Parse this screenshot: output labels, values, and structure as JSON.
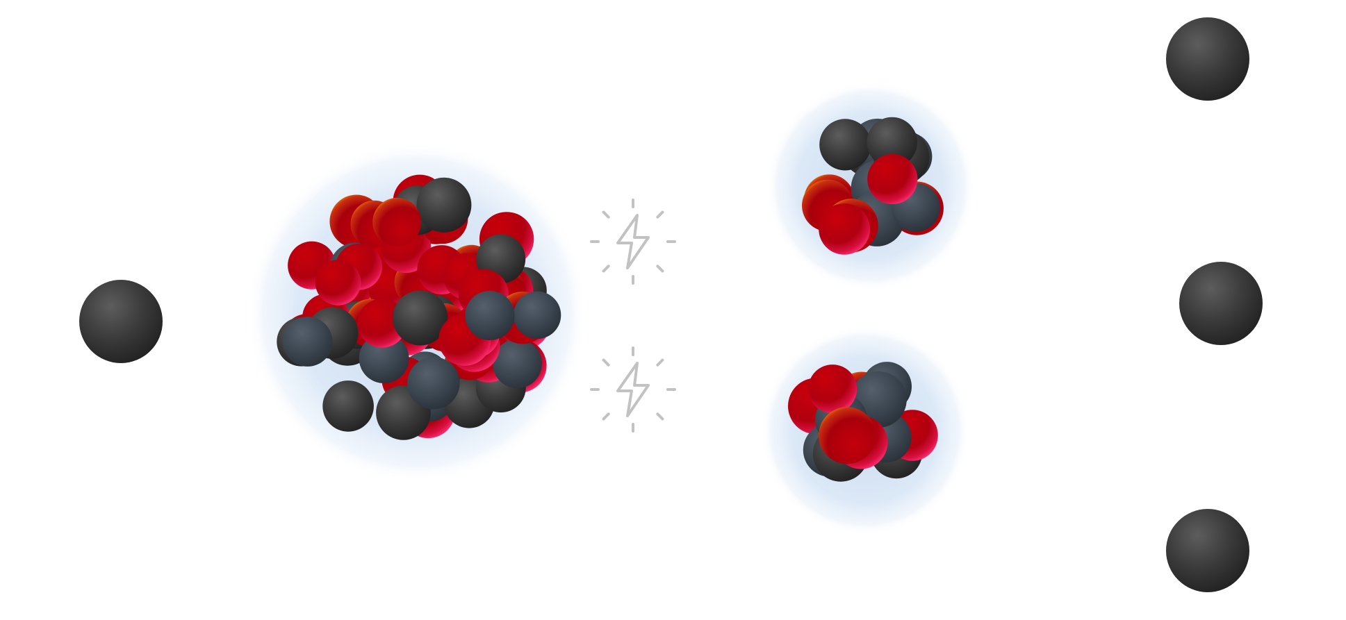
{
  "diagram": {
    "type": "nuclear-fission-illustration",
    "icons": {
      "particle": "neutron-sphere-icon",
      "energy": "lightning-bolt-icon"
    },
    "colors": {
      "background": "#ffffff",
      "neutron_light": "#5a5a5a",
      "neutron_dark": "#262626",
      "proton_light": "#d01020",
      "proton_dark": "#8a0008",
      "proton_rim": "#ff2a6a",
      "proton_rim_warm": "#f08a00",
      "cluster_neutron_blue": "#3e4a57",
      "halo": "#c9dcf2",
      "energy_icon": "#c2c2c2"
    },
    "elements": {
      "incoming_neutron": "neutron-sphere-icon",
      "parent_nucleus": "large-nucleus",
      "energy_release": [
        "lightning-bolt-icon",
        "lightning-bolt-icon"
      ],
      "fission_products": [
        "small-nucleus",
        "small-nucleus"
      ],
      "released_neutrons": [
        "neutron-sphere-icon",
        "neutron-sphere-icon",
        "neutron-sphere-icon"
      ]
    }
  }
}
